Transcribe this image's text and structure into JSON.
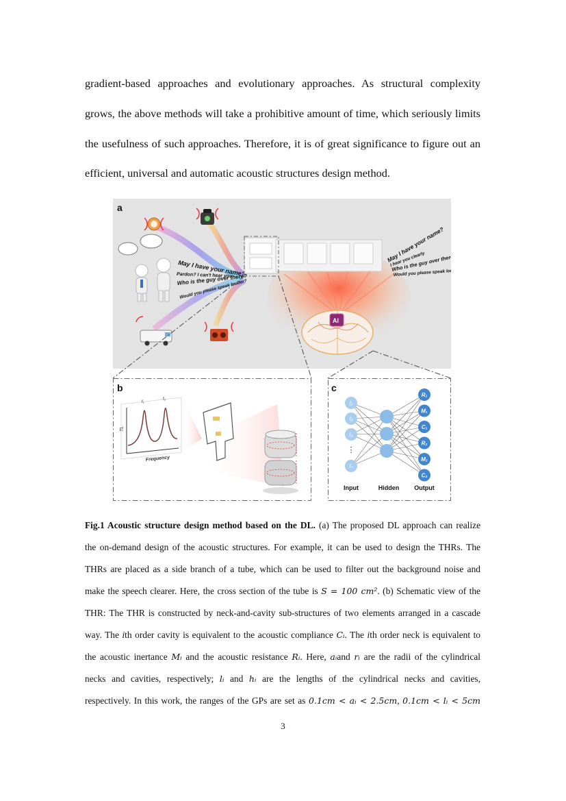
{
  "body_text": {
    "lines": [
      "gradient-based approaches and evolutionary approaches. As structural complexity",
      "grows, the above methods will take a prohibitive amount of time, which seriously limits",
      "the usefulness of such approaches. Therefore, it is of great significance to figure out an",
      "efficient, universal and automatic acoustic structures design method."
    ]
  },
  "figure": {
    "panel_a": {
      "label": "a",
      "speech_left": [
        "May I have your name?",
        "Pardon? I can't hear you.",
        "Who is the guy over there?",
        "Would you please speak louder?"
      ],
      "speech_right": [
        "May I have your name?",
        "I hear you clearly",
        "Who is the guy over there?",
        "Would you please speak louder?"
      ],
      "ai_chip": "AI"
    },
    "panel_b": {
      "label": "b",
      "axis_x": "Frequency",
      "axis_y": "TL",
      "peak_labels": [
        "f₁",
        "f₂"
      ]
    },
    "panel_c": {
      "label": "c",
      "inputs": [
        "l₁",
        "l₂",
        "l₃",
        "⋮",
        "lₙ"
      ],
      "outputs": [
        "R₁",
        "M₁",
        "C₁",
        "R₂",
        "M₂",
        "C₂"
      ],
      "layer_labels": [
        "Input",
        "Hidden",
        "Output"
      ]
    }
  },
  "caption": {
    "title": "Fig.1 Acoustic structure design method based on the DL.",
    "line1_rest": " (a) The proposed DL approach can realize",
    "line2": "the on-demand design of the acoustic structures. For example, it can be used to design the THRs. The",
    "line3": "THRs are placed as a side branch of a tube, which can be used to filter out the background noise and",
    "line4_text": "make the speech clearer. Here, the cross section of the tube is ",
    "line4_math": "S = 100 cm²",
    "line4_tail": ". (b) Schematic view of the",
    "line5": "THR: The THR is constructed by neck-and-cavity sub-structures of two elements arranged in a cascade",
    "line6_a": "way. The ",
    "line6_i1": "i",
    "line6_b": "th order cavity is equivalent to the acoustic compliance ",
    "line6_math": "Cᵢ",
    "line6_c": ". The ",
    "line6_i2": "i",
    "line6_d": "th order neck is equivalent to",
    "line7_a": "the acoustic inertance ",
    "line7_m1": "Mᵢ",
    "line7_b": " and the acoustic resistance ",
    "line7_m2": "Rᵢ",
    "line7_c": ". Here, ",
    "line7_m3": "aᵢ",
    "line7_d": "and ",
    "line7_m4": "rᵢ",
    "line7_e": " are the radii of the cylindrical",
    "line8_a": "necks and cavities, respectively; ",
    "line8_m1": "lᵢ",
    "line8_b": " and ",
    "line8_m2": "hᵢ",
    "line8_c": " are the lengths of the cylindrical necks and cavities,",
    "line9_a": "respectively. In this work, the ranges of the GPs are set as ",
    "line9_m1": "0.1cm < aᵢ < 2.5cm",
    "line9_b": ", ",
    "line9_m2": "0.1cm < lᵢ < 5cm"
  },
  "page_number": "3",
  "colors": {
    "node_input": "#a9cdec",
    "node_hidden": "#8bbbe6",
    "node_output": "#3f86cf",
    "panel_bg": "#e3e3e3"
  }
}
